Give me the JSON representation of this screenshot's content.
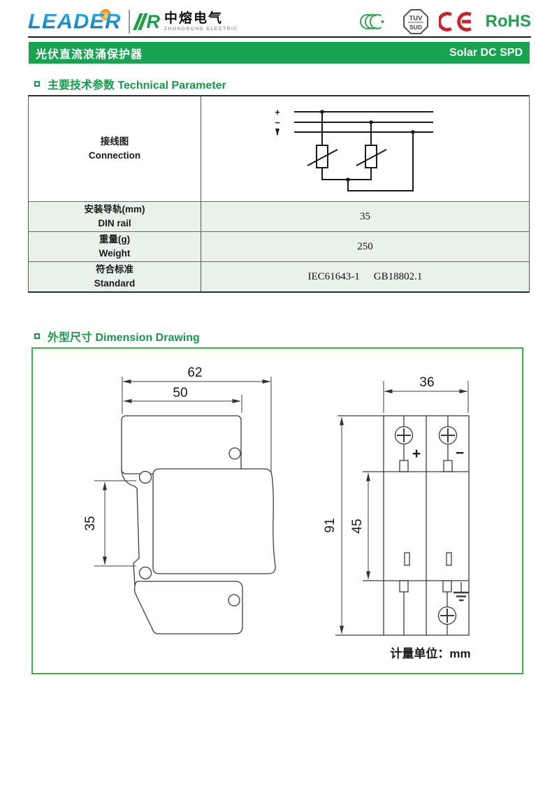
{
  "header": {
    "brand": "LEADER",
    "logo_zh": "中熔电气",
    "logo_en": "ZHONGRONG ELECTRIC",
    "zr_mark": "R",
    "certs": {
      "tuv_top": "TUV",
      "tuv_bottom": "SUD",
      "rohs": "RoHS"
    }
  },
  "banner": {
    "title_zh": "光伏直流浪涌保护器",
    "title_en": "Solar DC SPD"
  },
  "sections": {
    "technical": "主要技术参数 Technical Parameter",
    "dimension": "外型尺寸 Dimension Drawing"
  },
  "table": {
    "rows": [
      {
        "label_zh": "接线图",
        "label_en": "Connection"
      },
      {
        "label_zh": "安装导轨(mm)",
        "label_en": "DIN rail",
        "value": "35"
      },
      {
        "label_zh": "重量(g)",
        "label_en": "Weight",
        "value": "250"
      },
      {
        "label_zh": "符合标准",
        "label_en": "Standard",
        "value": "IEC61643-1",
        "value2": "GB18802.1"
      }
    ]
  },
  "connection": {
    "plus": "+",
    "minus": "−"
  },
  "dims": {
    "w_outer": "62",
    "w_top": "50",
    "h_side": "35",
    "w_front": "36",
    "h_front": "91",
    "h_module": "45",
    "plus": "+",
    "minus": "−",
    "unit": "计量单位：mm"
  },
  "colors": {
    "banner_green": "#18a350",
    "title_green": "#169a47",
    "box_border_green": "#3cb44c",
    "cert_green": "#2ea64f",
    "ce_red": "#c9252c",
    "logo_blue": "#1b8fd0",
    "sun_orange": "#f7931e",
    "row_bg": "#e9f1eb"
  }
}
